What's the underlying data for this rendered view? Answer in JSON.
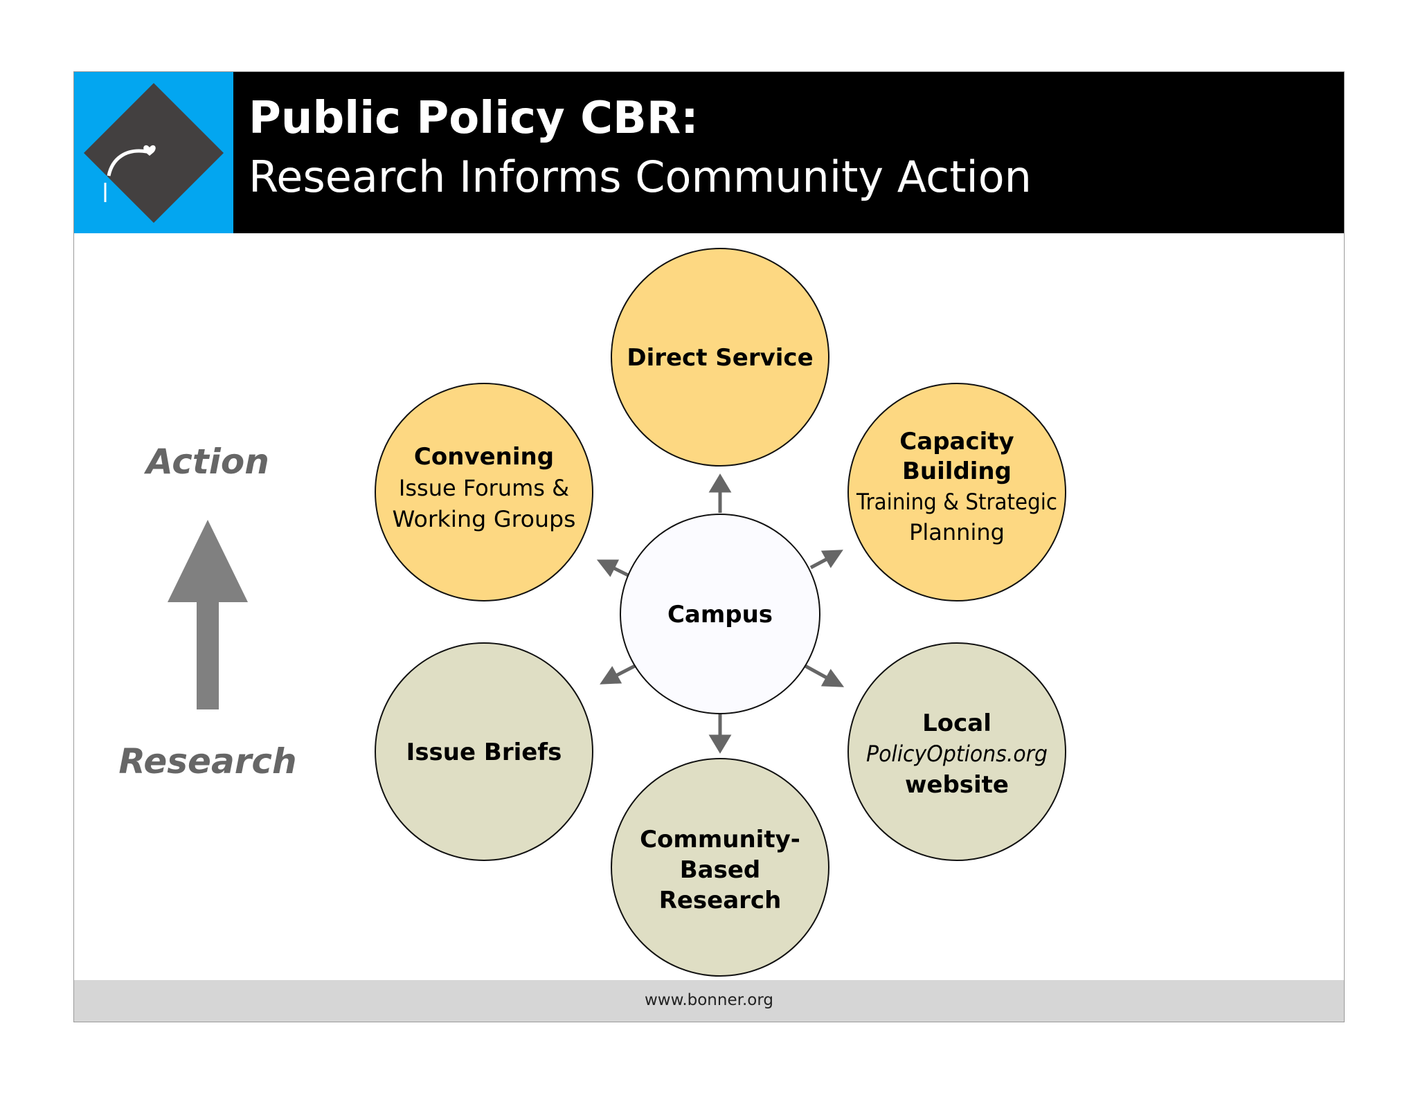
{
  "header": {
    "title_line1": "Public Policy CBR:",
    "title_line2": "Research Informs Community Action"
  },
  "colors": {
    "header_bg": "#000000",
    "logo_bg": "#03a6f0",
    "action_circle": "#fdd882",
    "research_circle": "#dfdec4",
    "center_circle": "#fbfbff",
    "arrow": "#666666",
    "footer_bg": "#d6d6d6"
  },
  "side": {
    "top_label": "Action",
    "bottom_label": "Research"
  },
  "center": {
    "label": "Campus"
  },
  "nodes": {
    "direct_service": {
      "title": "Direct Service"
    },
    "capacity_building": {
      "title_1": "Capacity",
      "title_2": "Building",
      "sub_1": "Training & Strategic",
      "sub_2": "Planning"
    },
    "convening": {
      "title": "Convening",
      "sub_1": "Issue Forums &",
      "sub_2": "Working Groups"
    },
    "issue_briefs": {
      "title": "Issue Briefs"
    },
    "community_based_research": {
      "line_1": "Community-",
      "line_2": "Based",
      "line_3": "Research"
    },
    "local_website": {
      "line_1": "Local",
      "line_2": "PolicyOptions.org",
      "line_3": "website"
    }
  },
  "footer": {
    "url": "www.bonner.org"
  }
}
